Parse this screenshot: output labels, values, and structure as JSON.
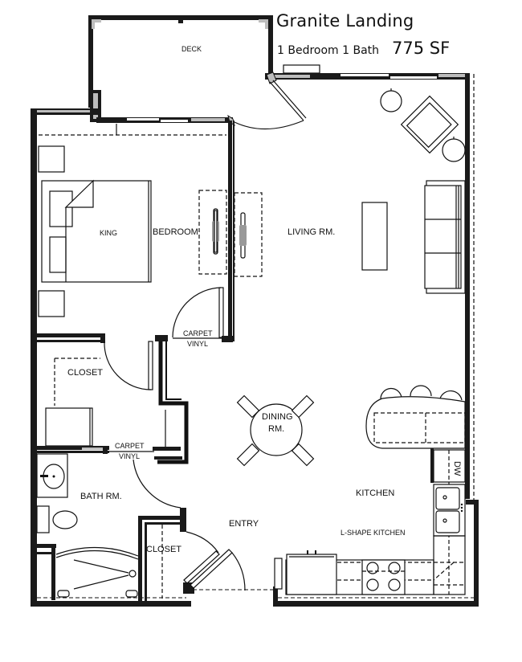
{
  "header": {
    "title": "Granite Landing",
    "subtitle": "1 Bedroom 1 Bath",
    "square_feet": "775 SF"
  },
  "rooms": {
    "deck": "DECK",
    "bedroom": "BEDROOM",
    "bed": "KING",
    "living": "LIVING RM.",
    "closet_bedroom": "CLOSET",
    "dining_line1": "DINING",
    "dining_line2": "RM.",
    "bath": "BATH RM.",
    "entry": "ENTRY",
    "closet_entry": "CLOSET",
    "kitchen": "KITCHEN",
    "kitchen_note": "L-SHAPE KITCHEN",
    "dishwasher": "DW"
  },
  "transitions": {
    "bedroom_top": "CARPET",
    "bedroom_bottom": "VINYL",
    "hall_top": "CARPET",
    "hall_bottom": "VINYL"
  },
  "colors": {
    "wall": "#1a1a1a",
    "wall_fill": "#bdbdbd",
    "background": "#ffffff"
  }
}
